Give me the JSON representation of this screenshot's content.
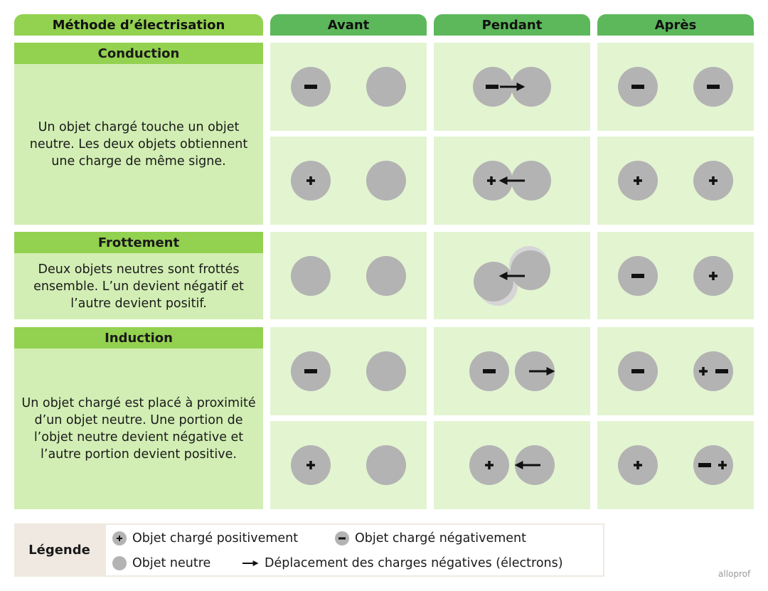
{
  "headers": {
    "method": "Méthode d’électrisation",
    "before": "Avant",
    "during": "Pendant",
    "after": "Après"
  },
  "sections": {
    "conduction": {
      "title": "Conduction",
      "description": "Un objet chargé touche un objet neutre. Les deux objets obtiennent une charge de même signe."
    },
    "friction": {
      "title": "Frottement",
      "description": "Deux objets neutres sont frottés ensemble. L’un devient négatif et l’autre devient positif."
    },
    "induction": {
      "title": "Induction",
      "description": "Un objet chargé est placé à proximité d’un objet neutre. Une portion de l’objet neutre devient négative et l’autre portion devient positive."
    }
  },
  "legend": {
    "title": "Légende",
    "positive": "Objet chargé positivement",
    "negative": "Objet chargé négativement",
    "neutral": "Objet neutre",
    "arrow": "Déplacement des charges négatives (électrons)"
  },
  "brand": "alloprof",
  "colors": {
    "header_green": "#5cb85a",
    "title_green": "#93d150",
    "description_green": "#d2eeb4",
    "cell_green": "#e3f4d1",
    "object_gray": "#b3b3b3",
    "legend_beige": "#efe9e1"
  }
}
